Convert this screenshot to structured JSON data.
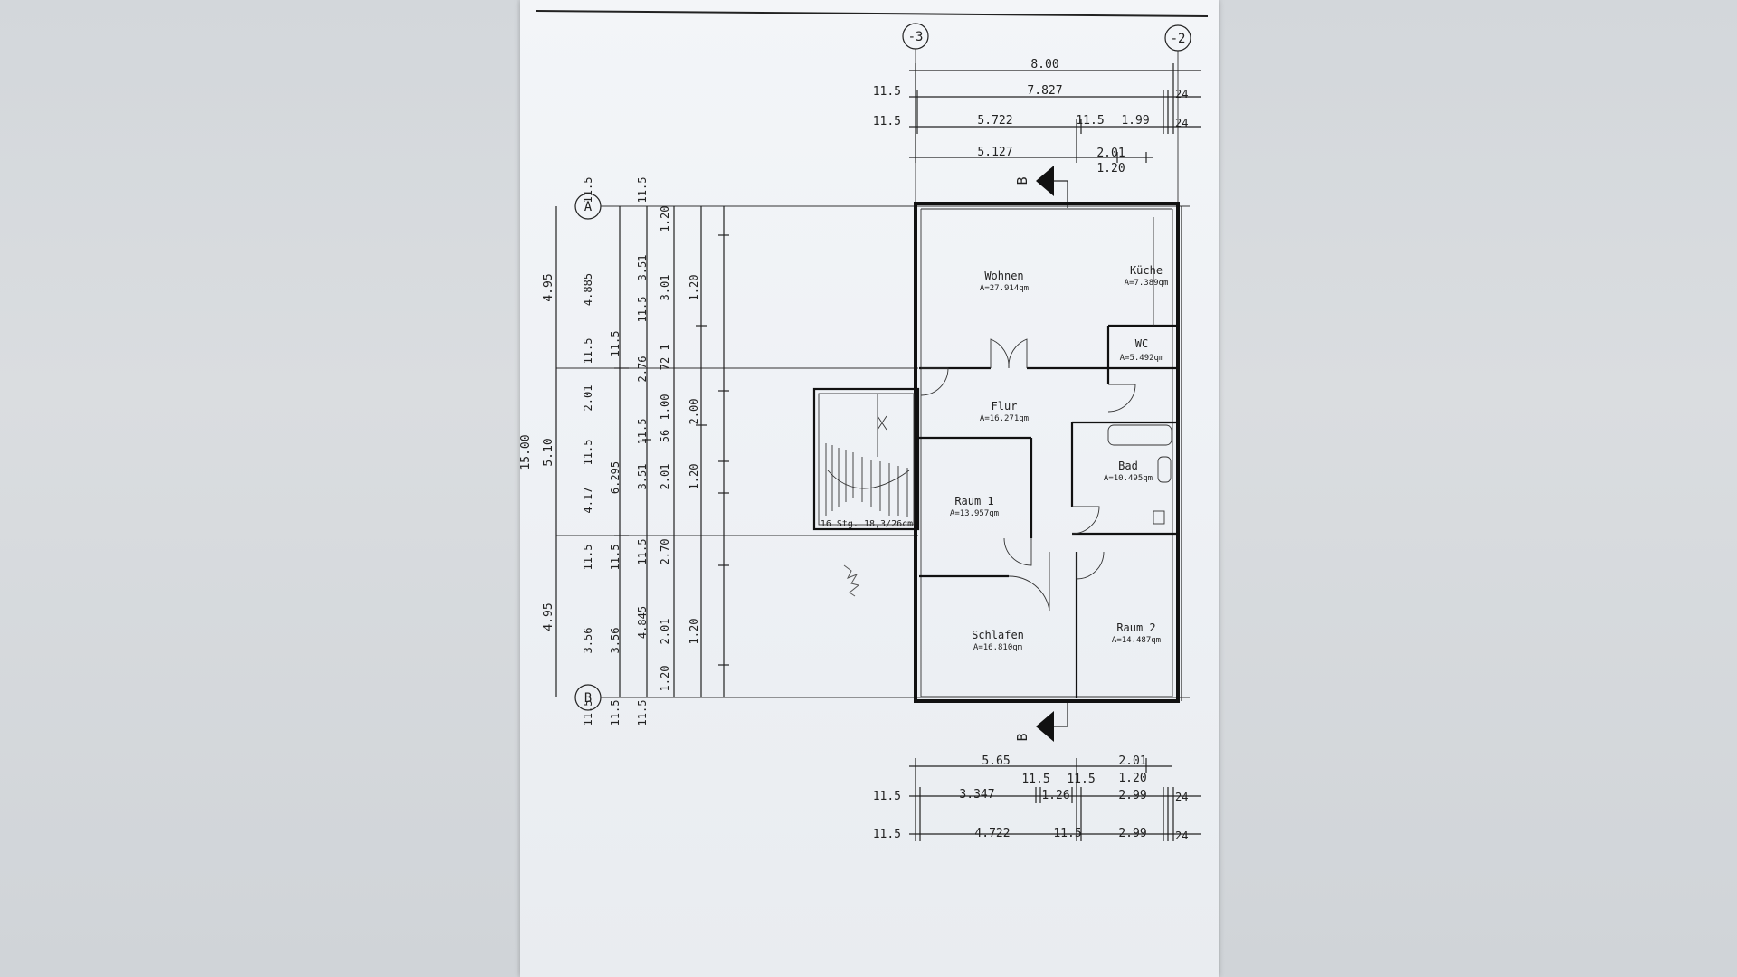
{
  "grid": {
    "axis_left": "A",
    "axis_bottom": "B",
    "axis_top_left": "-3",
    "axis_top_right": "-2"
  },
  "top_dims": {
    "row1": {
      "total": "8.00"
    },
    "row2": {
      "l": "11.5",
      "mid": "7.827",
      "r": "24"
    },
    "row3": {
      "l": "11.5",
      "a": "5.722",
      "b": "11.5",
      "c": "1.99",
      "r": "24"
    },
    "row4": {
      "a": "5.127",
      "b": "2.01",
      "c": "1.20"
    }
  },
  "section_marker": "B",
  "left_dims": {
    "col1": {
      "a": "4.95",
      "b": "5.10",
      "c": "4.95",
      "total": "15.00"
    },
    "col2": {
      "a": "11.5",
      "b": "4.885",
      "c": "11.5",
      "d": "2.01",
      "e": "11.5",
      "f": "4.17",
      "g": "11.5",
      "h": "3.56",
      "i": "11.5"
    },
    "col3": {
      "a": "11.5",
      "b": "6.295",
      "c": "11.5",
      "d": "3.56",
      "e": "11.5"
    },
    "col4": {
      "a": "11.5",
      "b": "3.51",
      "c": "11.5",
      "d": "2.76",
      "e": "11.5",
      "f": "3.51",
      "g": "11.5",
      "h": "4.845",
      "i": "11.5"
    },
    "col5": {
      "a": "1.20",
      "b": "3.01",
      "c": "1",
      "d": "72",
      "e": "1.00",
      "f": "56",
      "g": "2.01",
      "h": "2.70",
      "i": "2.01",
      "j": "1.20"
    },
    "col6": {
      "a": "1.20",
      "b": "2.00",
      "c": "1.20",
      "d": "1.20"
    }
  },
  "rooms": [
    {
      "name": "Wohnen",
      "area": "A=27.914qm"
    },
    {
      "name": "Küche",
      "area": "A=7.389qm"
    },
    {
      "name": "WC",
      "area": "A=5.492qm"
    },
    {
      "name": "Flur",
      "area": "A=16.271qm"
    },
    {
      "name": "Bad",
      "area": "A=10.495qm"
    },
    {
      "name": "Raum 1",
      "area": "A=13.957qm"
    },
    {
      "name": "Schlafen",
      "area": "A=16.810qm"
    },
    {
      "name": "Raum 2",
      "area": "A=14.487qm"
    }
  ],
  "stairs_label": "16 Stg. 18,3/26cm",
  "bottom_dims": {
    "row1": {
      "a": "5.65",
      "b": "2.01"
    },
    "row2": {
      "a": "11.5",
      "b": "11.5",
      "c": "1.20"
    },
    "row3": {
      "l": "11.5",
      "a": "3.347",
      "b": "1.26",
      "c": "2.99",
      "r": "24"
    },
    "row4": {
      "l": "11.5",
      "a": "4.722",
      "b": "11.5",
      "c": "2.99",
      "r": "24"
    }
  }
}
